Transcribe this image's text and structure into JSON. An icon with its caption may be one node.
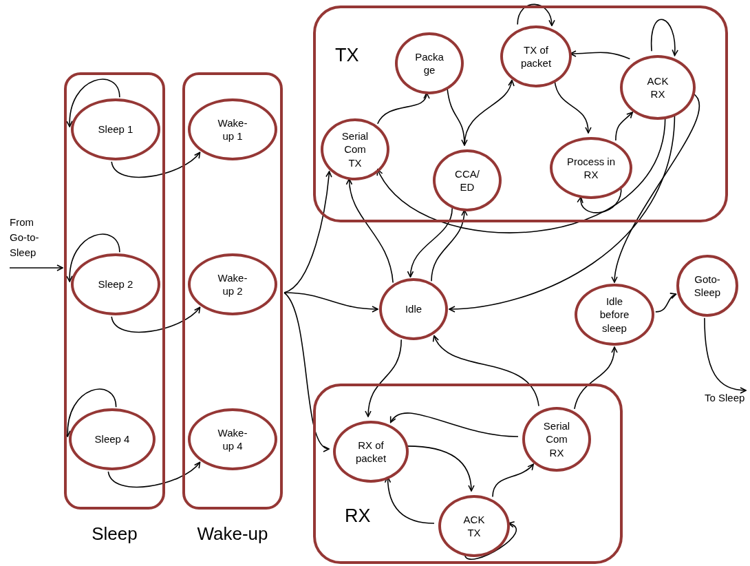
{
  "diagram": {
    "nodes": [
      {
        "text": [
          "Sleep"
        ]
      },
      {
        "text": [
          "Sleep 1"
        ],
        "in": 0
      },
      {
        "text": [
          "Sleep 2"
        ],
        "in": 0
      },
      {
        "text": [
          "Sleep 4"
        ],
        "in": 0
      },
      {
        "text": [
          "Wake-up"
        ]
      },
      {
        "text": [
          "Wake- up 1"
        ],
        "in": 4
      },
      {
        "text": [
          "Wake- up 2"
        ],
        "in": 4
      },
      {
        "text": [
          "Wake- up 4"
        ],
        "in": 4
      },
      {
        "text": [
          "TX"
        ]
      },
      {
        "text": [
          "Packa ge"
        ],
        "in": 8
      },
      {
        "text": [
          "TX of packet"
        ],
        "in": 8
      },
      {
        "text": [
          "Serial Com TX"
        ],
        "in": 8
      },
      {
        "text": [
          "CCA/ ED"
        ],
        "in": 8
      },
      {
        "text": [
          "ACK RX"
        ],
        "in": 8
      },
      {
        "text": [
          "Process in RX"
        ],
        "in": 8
      },
      {
        "text": [
          "Idle"
        ]
      },
      {
        "text": [
          "Idle before sleep"
        ]
      },
      {
        "text": [
          "Goto- Sleep"
        ]
      },
      {
        "text": [
          "RX"
        ]
      },
      {
        "text": [
          "RX of packet"
        ],
        "in": 18
      },
      {
        "text": [
          "Serial Com RX"
        ],
        "in": 18
      },
      {
        "text": [
          "ACK TX"
        ],
        "in": 18
      },
      {
        "text": [
          "From Go-to- Sleep"
        ]
      },
      {
        "text": [
          "To Sleep"
        ]
      }
    ],
    "edges": [
      {
        "from": 22,
        "to": 0,
        "arrow": "to"
      },
      {
        "from": 1,
        "to": 1,
        "arrow": "to"
      },
      {
        "from": 2,
        "to": 2,
        "arrow": "to"
      },
      {
        "from": 3,
        "to": 3,
        "arrow": "to"
      },
      {
        "from": 1,
        "to": 5,
        "arrow": "to"
      },
      {
        "from": 2,
        "to": 6,
        "arrow": "to"
      },
      {
        "from": 3,
        "to": 7,
        "arrow": "to"
      },
      {
        "from": 4,
        "to": 11,
        "arrow": "to"
      },
      {
        "from": 4,
        "to": 15,
        "arrow": "to"
      },
      {
        "from": 4,
        "to": 19,
        "arrow": "to"
      },
      {
        "from": 11,
        "to": 9,
        "arrow": "to"
      },
      {
        "from": 9,
        "to": 12,
        "arrow": "to"
      },
      {
        "from": 12,
        "to": 10,
        "arrow": "to"
      },
      {
        "from": 10,
        "to": 10,
        "arrow": "to"
      },
      {
        "from": 10,
        "to": 14,
        "arrow": "to"
      },
      {
        "from": 14,
        "to": 13,
        "arrow": "to"
      },
      {
        "from": 14,
        "to": 14,
        "arrow": "to"
      },
      {
        "from": 13,
        "to": 10,
        "arrow": "to"
      },
      {
        "from": 13,
        "to": 13,
        "arrow": "to"
      },
      {
        "from": 13,
        "to": 11,
        "arrow": "to"
      },
      {
        "from": 13,
        "to": 15,
        "arrow": "to"
      },
      {
        "from": 13,
        "to": 16,
        "arrow": "to"
      },
      {
        "from": 15,
        "to": 11,
        "arrow": "to"
      },
      {
        "from": 12,
        "to": 15,
        "arrow": "to"
      },
      {
        "from": 15,
        "to": 12,
        "arrow": "to"
      },
      {
        "from": 15,
        "to": 19,
        "arrow": "to"
      },
      {
        "from": 20,
        "to": 15,
        "arrow": "to"
      },
      {
        "from": 20,
        "to": 16,
        "arrow": "to"
      },
      {
        "from": 20,
        "to": 19,
        "arrow": "to"
      },
      {
        "from": 19,
        "to": 21,
        "arrow": "to"
      },
      {
        "from": 21,
        "to": 19,
        "arrow": "to"
      },
      {
        "from": 21,
        "to": 20,
        "arrow": "to"
      },
      {
        "from": 21,
        "to": 21,
        "arrow": "to"
      },
      {
        "from": 16,
        "to": 17,
        "arrow": "to"
      },
      {
        "from": 17,
        "to": 23,
        "arrow": "to"
      }
    ]
  }
}
